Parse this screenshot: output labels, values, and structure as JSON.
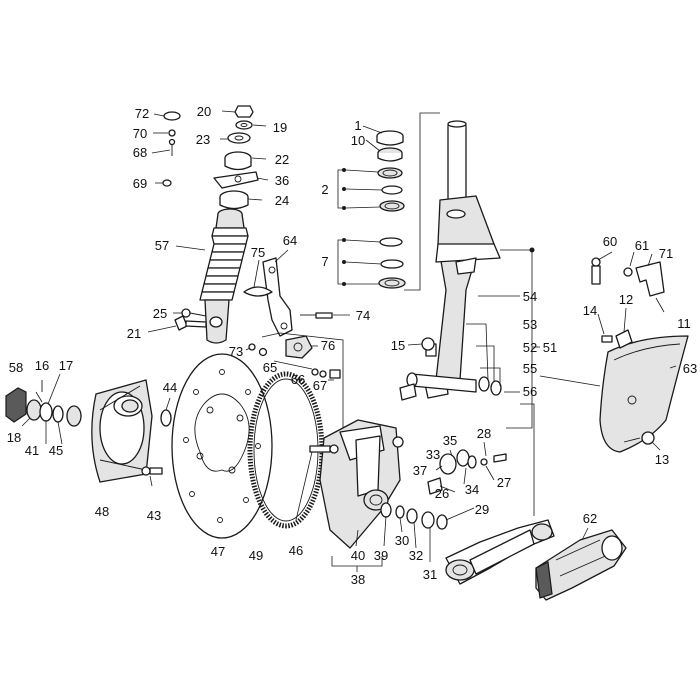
{
  "diagram": {
    "kind": "exploded-parts-diagram",
    "callouts": [
      {
        "id": "c1",
        "text": "1"
      },
      {
        "id": "c2",
        "text": "2"
      },
      {
        "id": "c7",
        "text": "7"
      },
      {
        "id": "c10",
        "text": "10"
      },
      {
        "id": "c11",
        "text": "11"
      },
      {
        "id": "c12",
        "text": "12"
      },
      {
        "id": "c13",
        "text": "13"
      },
      {
        "id": "c14",
        "text": "14"
      },
      {
        "id": "c15",
        "text": "15"
      },
      {
        "id": "c16",
        "text": "16"
      },
      {
        "id": "c17",
        "text": "17"
      },
      {
        "id": "c18",
        "text": "18"
      },
      {
        "id": "c19",
        "text": "19"
      },
      {
        "id": "c20",
        "text": "20"
      },
      {
        "id": "c21",
        "text": "21"
      },
      {
        "id": "c22",
        "text": "22"
      },
      {
        "id": "c23",
        "text": "23"
      },
      {
        "id": "c24",
        "text": "24"
      },
      {
        "id": "c25",
        "text": "25"
      },
      {
        "id": "c26",
        "text": "26"
      },
      {
        "id": "c27",
        "text": "27"
      },
      {
        "id": "c28",
        "text": "28"
      },
      {
        "id": "c29",
        "text": "29"
      },
      {
        "id": "c30",
        "text": "30"
      },
      {
        "id": "c31",
        "text": "31"
      },
      {
        "id": "c32",
        "text": "32"
      },
      {
        "id": "c33",
        "text": "33"
      },
      {
        "id": "c34",
        "text": "34"
      },
      {
        "id": "c35",
        "text": "35"
      },
      {
        "id": "c36",
        "text": "36"
      },
      {
        "id": "c37",
        "text": "37"
      },
      {
        "id": "c38",
        "text": "38"
      },
      {
        "id": "c39",
        "text": "39"
      },
      {
        "id": "c40",
        "text": "40"
      },
      {
        "id": "c41",
        "text": "41"
      },
      {
        "id": "c43",
        "text": "43"
      },
      {
        "id": "c44",
        "text": "44"
      },
      {
        "id": "c45",
        "text": "45"
      },
      {
        "id": "c46",
        "text": "46"
      },
      {
        "id": "c47",
        "text": "47"
      },
      {
        "id": "c48",
        "text": "48"
      },
      {
        "id": "c49",
        "text": "49"
      },
      {
        "id": "c51",
        "text": "51"
      },
      {
        "id": "c52",
        "text": "52"
      },
      {
        "id": "c53",
        "text": "53"
      },
      {
        "id": "c54",
        "text": "54"
      },
      {
        "id": "c55",
        "text": "55"
      },
      {
        "id": "c56",
        "text": "56"
      },
      {
        "id": "c57",
        "text": "57"
      },
      {
        "id": "c58",
        "text": "58"
      },
      {
        "id": "c60",
        "text": "60"
      },
      {
        "id": "c61",
        "text": "61"
      },
      {
        "id": "c62",
        "text": "62"
      },
      {
        "id": "c63",
        "text": "63"
      },
      {
        "id": "c64",
        "text": "64"
      },
      {
        "id": "c65",
        "text": "65"
      },
      {
        "id": "c66",
        "text": "66"
      },
      {
        "id": "c67",
        "text": "67"
      },
      {
        "id": "c68",
        "text": "68"
      },
      {
        "id": "c69",
        "text": "69"
      },
      {
        "id": "c70",
        "text": "70"
      },
      {
        "id": "c71",
        "text": "71"
      },
      {
        "id": "c72",
        "text": "72"
      },
      {
        "id": "c73",
        "text": "73"
      },
      {
        "id": "c74",
        "text": "74"
      },
      {
        "id": "c75",
        "text": "75"
      },
      {
        "id": "c76",
        "text": "76"
      }
    ]
  }
}
